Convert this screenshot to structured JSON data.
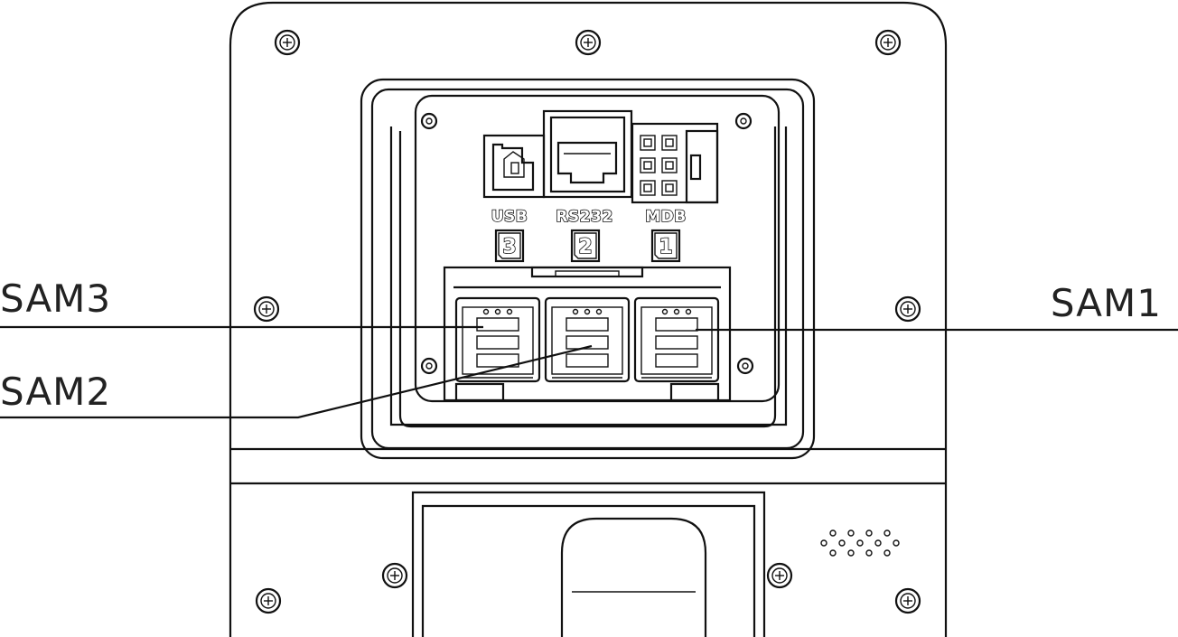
{
  "callouts": {
    "sam3": "SAM3",
    "sam2": "SAM2",
    "sam1": "SAM1"
  },
  "ports": [
    {
      "label": "USB",
      "number": "3"
    },
    {
      "label": "RS232",
      "number": "2"
    },
    {
      "label": "MDB",
      "number": "1"
    }
  ],
  "line_color": "#111111"
}
